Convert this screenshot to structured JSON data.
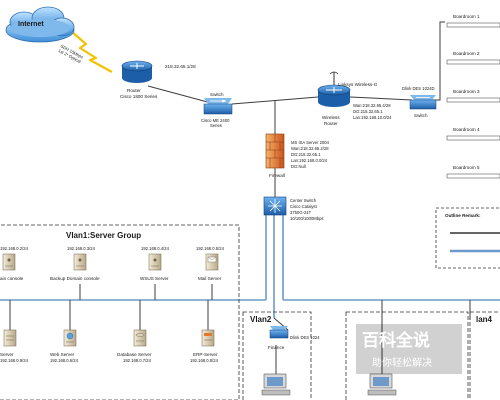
{
  "internet": {
    "label": "Internet"
  },
  "wan_link": {
    "lines": [
      "SDH 10Mbps",
      "1st 2* Optical"
    ]
  },
  "router": {
    "ip": "218.32.65.1/28",
    "name": "Router",
    "model": "Cisco 1800 Series"
  },
  "switch1": {
    "name": "Switch",
    "model_lines": [
      "Cisco ME 2400",
      "Series"
    ]
  },
  "wireless": {
    "model": "Linksys Wireless-G",
    "name_lines": [
      "Wireless",
      "Router"
    ],
    "info_lines": [
      "Wan:218.32.65.4/28",
      "DG:218.32.65.1",
      "Lan:192.168.10.0/24"
    ]
  },
  "dlink_switch": {
    "model": "Dlink DES 1024D",
    "name": "Switch"
  },
  "boardrooms": [
    "Boardroom 1",
    "Boardroom 2",
    "Boardroom 3",
    "Boardroom 4",
    "Boardroom 5"
  ],
  "firewall": {
    "info_lines": [
      "MS ISA Server 2004",
      "Wan:218.32.65.2/28",
      "DG:218.32.65.1",
      "Lan:192.168.0.0/24",
      "DG:Null"
    ],
    "name": "Firewall"
  },
  "center_switch": {
    "info_lines": [
      "Center Switch",
      "Cisco Catalyst",
      "3750G-24T",
      "10/100/1000Mbps"
    ]
  },
  "outline_remark": {
    "title": "Outline Remark:"
  },
  "vlan1": {
    "title": "Vlan1:Server Group",
    "row1": [
      {
        "ip": "192.168.0.2/24",
        "name": "ain console"
      },
      {
        "ip": "192.168.0.3/24",
        "name": "Backup Domain console"
      },
      {
        "ip": "192.168.0.4/24",
        "name": "WSUS Server"
      },
      {
        "ip": "192.168.0.5/24",
        "name": "Mail Server"
      }
    ],
    "row2": [
      {
        "name": "Server",
        "ip": "192.168.0.9/24"
      },
      {
        "name": "Web Server",
        "ip": "192.168.0.6/24"
      },
      {
        "name": "Database Server",
        "ip": "192.168.0.7/24"
      },
      {
        "name": "ERP-Server",
        "ip": "192.168.0.8/24"
      }
    ]
  },
  "vlan2": {
    "title": "Vlan2",
    "switch_model": "Dlink DES 1024",
    "dept": "Finance"
  },
  "vlan4": {
    "title": "lan4"
  },
  "watermark": {
    "big": "百科全说",
    "small": "助你轻松解决"
  }
}
